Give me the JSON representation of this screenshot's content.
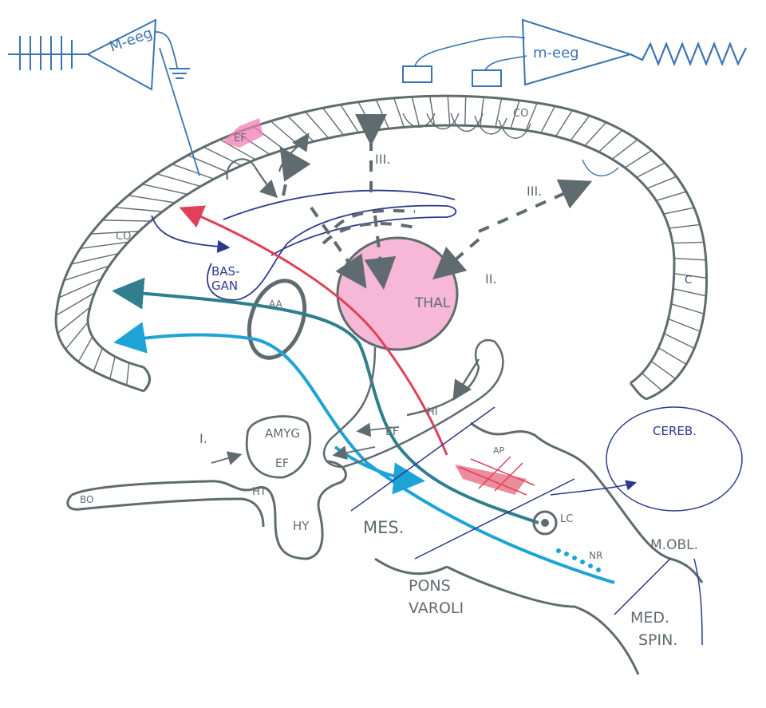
{
  "labels": {
    "eeg_left": "M-eeg",
    "eeg_right": "m-eeg",
    "co_top": "CO",
    "co_left": "CO",
    "co_right": "C",
    "ef_top": "EF",
    "route_iii_top": "III.",
    "route_iii_right": "III.",
    "route_ii": "II.",
    "route_i": "I.",
    "bas_gan": "BAS-\nGAN",
    "aa": "AA",
    "thal": "THAL",
    "hi": "HI",
    "ef_mid": "EF",
    "amyg": "AMYG",
    "ef_amyg": "EF",
    "ht": "HT",
    "bo": "BO",
    "hy": "HY",
    "mes": "MES.",
    "ap": "AP",
    "lc": "LC",
    "nr": "NR",
    "cereb": "CEREB.",
    "m_obl": "M.OBL.",
    "pons_varoli": "PONS\nVAROLI",
    "med_spin": "MED.\nSPIN."
  },
  "colors": {
    "gray": "#5f6b6e",
    "navy": "#2d3a8c",
    "blue": "#3a74b0",
    "teal": "#2f7f8e",
    "cyan": "#1ea3d6",
    "red": "#e0405a",
    "pink": "#f07cb4"
  }
}
